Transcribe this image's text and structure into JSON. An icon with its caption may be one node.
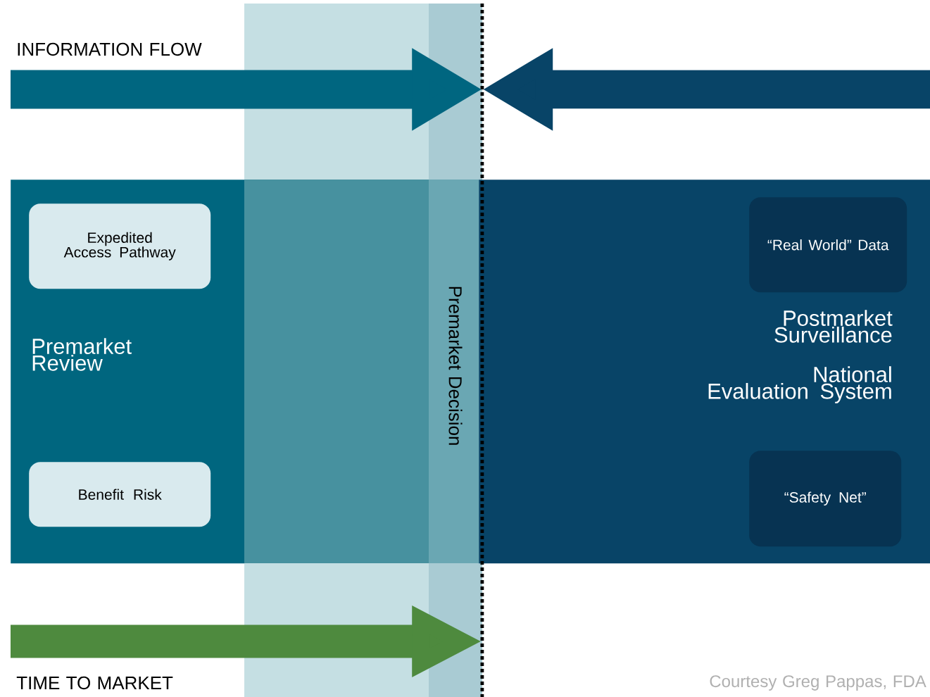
{
  "diagram": {
    "nodes": [
      {
        "text": [
          "Premarket Review"
        ]
      },
      {
        "text": [
          "Expedited Access Pathway"
        ],
        "in": 0
      },
      {
        "text": [
          "Benefit Risk"
        ],
        "in": 0
      },
      {
        "text": [
          "Postmarket Surveillance",
          "National Evaluation System"
        ]
      },
      {
        "text": [
          "“Real World” Data"
        ],
        "in": 3
      },
      {
        "text": [
          "“Safety Net”"
        ],
        "in": 3
      },
      {
        "text": [
          "Premarket Decision"
        ]
      }
    ],
    "edges": [
      {
        "from": null,
        "to": 6,
        "arrow": "to",
        "color": "#006680"
      },
      {
        "from": null,
        "to": 6,
        "arrow": "to",
        "color": "#084467"
      },
      {
        "from": null,
        "to": 6,
        "arrow": "to",
        "color": "#4e8a3e"
      }
    ],
    "labels": [
      "INFORMATION FLOW",
      "TIME TO MARKET",
      "Courtesy Greg Pappas, FDA"
    ]
  }
}
